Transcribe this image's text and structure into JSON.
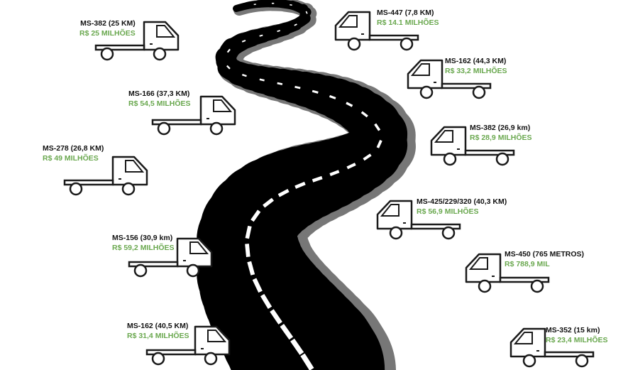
{
  "colors": {
    "road": "#000000",
    "road_edge": "#777777",
    "lane_marking": "#ffffff",
    "truck_outline": "#1a1a1a",
    "label_text": "#111111",
    "value_text": "#6aa84f"
  },
  "icons": {
    "truck": "truck-icon",
    "road": "winding-road"
  },
  "roads": [
    {
      "name": "MS-382 (25 KM)",
      "value": "R$ 25 MILHÕES"
    },
    {
      "name": "MS-447 (7,8 KM)",
      "value": "R$ 14.1 MILHÕES"
    },
    {
      "name": "MS-162 (44,3 KM)",
      "value": "R$ 33,2 MILHÕES"
    },
    {
      "name": "MS-166 (37,3 KM)",
      "value": "R$ 54,5 MILHÕES"
    },
    {
      "name": "MS-382 (26,9 km)",
      "value": "R$ 28,9 MILHÕES"
    },
    {
      "name": "MS-278 (26,8 KM)",
      "value": "R$ 49 MILHÕES"
    },
    {
      "name": "MS-425/229/320 (40,3 KM)",
      "value": "R$ 56,9 MILHÕES"
    },
    {
      "name": "MS-156 (30,9 km)",
      "value": "R$ 59,2 MILHÕES"
    },
    {
      "name": "MS-450 (765 METROS)",
      "value": "R$ 788,9 MIL"
    },
    {
      "name": "MS-162 (40,5 KM)",
      "value": "R$ 31,4 MILHÕES"
    },
    {
      "name": "MS-352 (15 km)",
      "value": "R$ 23,4 MILHÕES"
    }
  ]
}
